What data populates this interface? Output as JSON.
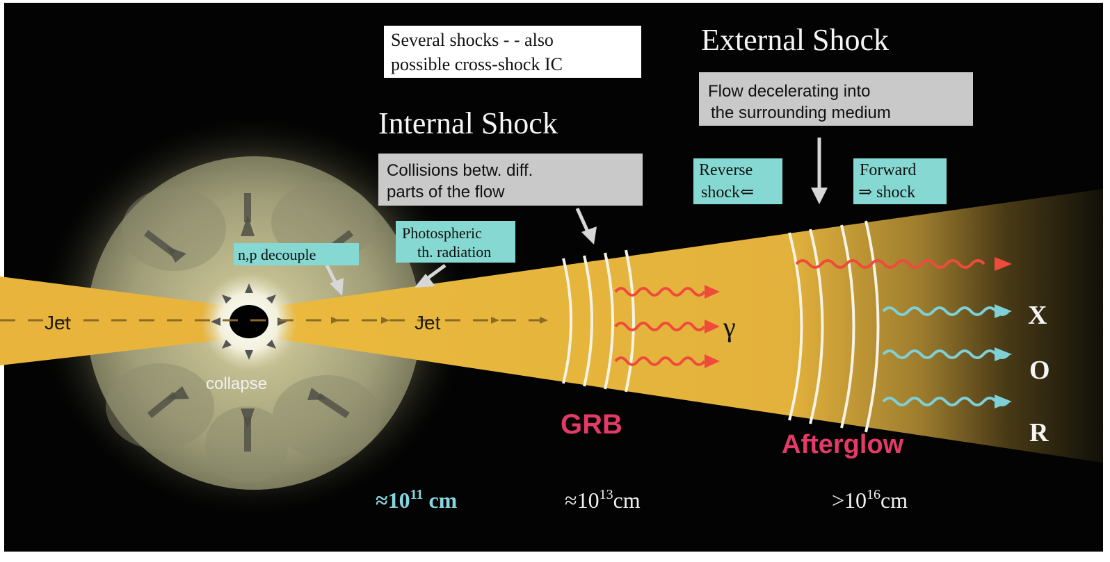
{
  "colors": {
    "background": "#030303",
    "jet": "#e8b43c",
    "gray_box": "#c9c9c9",
    "cyan_box": "#86d9d3",
    "grb_pink": "#e43a67",
    "red_wave": "#ef4b3c",
    "cyan_wave": "#7fd0d6",
    "cyan_text": "#8ad6df"
  },
  "labels": {
    "several_shocks_line1": "Several shocks - - also",
    "several_shocks_line2": "possible cross-shock IC",
    "external_shock": "External  Shock",
    "external_box_line1": "Flow decelerating into",
    "external_box_line2": " the surrounding  medium",
    "internal_shock": "Internal Shock",
    "internal_box_line1": "Collisions betw. diff.",
    "internal_box_line2": "parts of the flow",
    "reverse_line1": "Reverse",
    "reverse_line2": "shock⇐",
    "forward_line1": "Forward",
    "forward_line2": "⇒ shock",
    "photospheric_line1": "Photospheric",
    "photospheric_line2": "th. radiation",
    "np_decouple": "n,p decouple",
    "jet_left": "Jet",
    "jet_right": "Jet",
    "collapse": "collapse",
    "gamma": "γ",
    "grb": "GRB",
    "afterglow": "Afterglow",
    "x": "X",
    "o": "O",
    "r": "R"
  },
  "scales": {
    "s1_prefix": "≈10",
    "s1_exp": "11",
    "s1_unit": " cm",
    "s2_prefix": "≈10",
    "s2_exp": "13",
    "s2_unit": "cm",
    "s3_prefix": ">10",
    "s3_exp": "16",
    "s3_unit": "cm"
  },
  "icons": {
    "black_hole": "black-hole-icon",
    "collapse_arrows": "inward-arrow-icon",
    "radiation_arrows": "outward-arrow-icon",
    "pointer_arrows": "pointer-arrow-icon",
    "photon_waves": "wavy-arrow-icon"
  }
}
